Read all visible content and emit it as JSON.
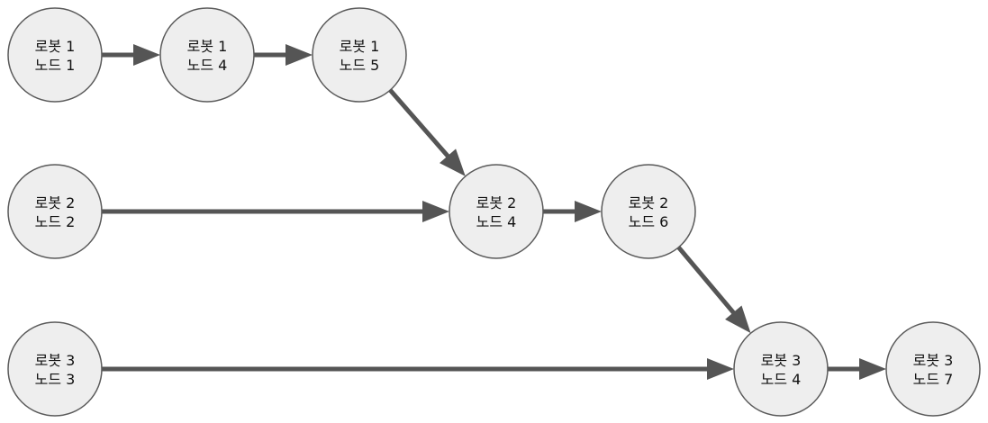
{
  "colors": {
    "node_fill": "#eeeeee",
    "node_stroke": "#5a5a5a",
    "edge": "#555555",
    "text": "#111111"
  },
  "nodes": [
    {
      "id": "r1n1",
      "line1": "로봇 1",
      "line2": "노드 1"
    },
    {
      "id": "r1n4",
      "line1": "로봇 1",
      "line2": "노드 4"
    },
    {
      "id": "r1n5",
      "line1": "로봇 1",
      "line2": "노드 5"
    },
    {
      "id": "r2n2",
      "line1": "로봇 2",
      "line2": "노드 2"
    },
    {
      "id": "r2n4",
      "line1": "로봇 2",
      "line2": "노드 4"
    },
    {
      "id": "r2n6",
      "line1": "로봇 2",
      "line2": "노드 6"
    },
    {
      "id": "r3n3",
      "line1": "로봇 3",
      "line2": "노드 3"
    },
    {
      "id": "r3n4",
      "line1": "로봇 3",
      "line2": "노드 4"
    },
    {
      "id": "r3n7",
      "line1": "로봇 3",
      "line2": "노드 7"
    }
  ],
  "edges": [
    {
      "from": "r1n1",
      "to": "r1n4"
    },
    {
      "from": "r1n4",
      "to": "r1n5"
    },
    {
      "from": "r1n5",
      "to": "r2n4"
    },
    {
      "from": "r2n2",
      "to": "r2n4"
    },
    {
      "from": "r2n4",
      "to": "r2n6"
    },
    {
      "from": "r2n6",
      "to": "r3n4"
    },
    {
      "from": "r3n3",
      "to": "r3n4"
    },
    {
      "from": "r3n4",
      "to": "r3n7"
    }
  ]
}
